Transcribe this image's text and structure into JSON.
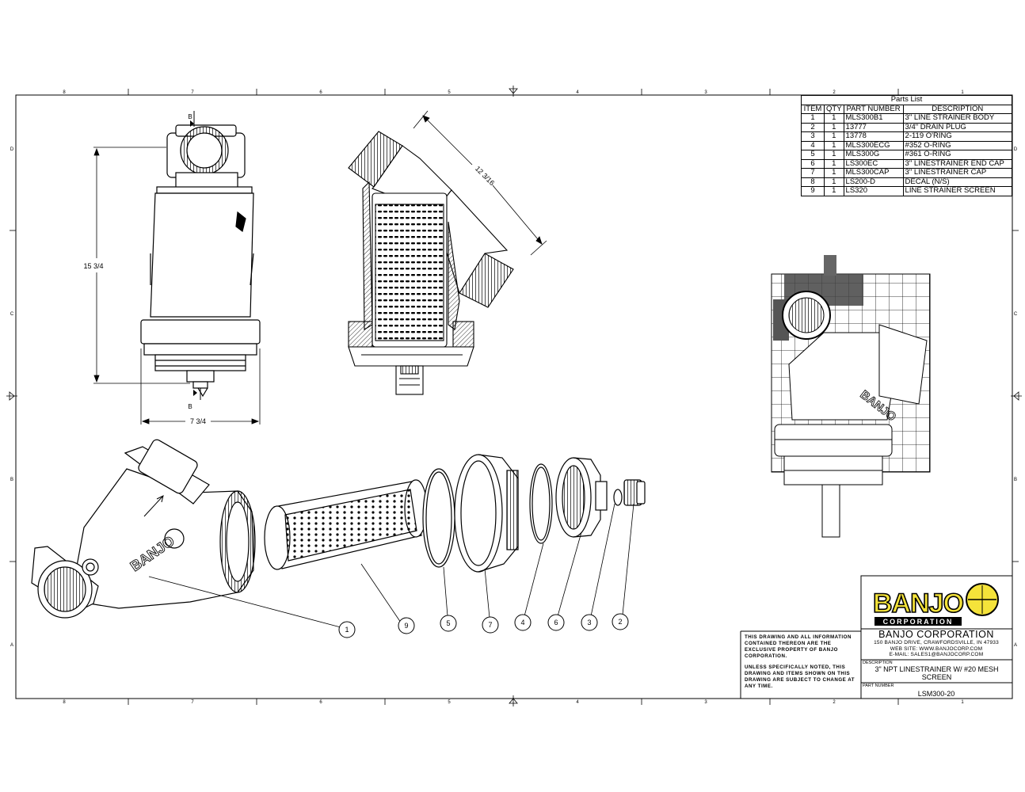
{
  "border_zones": {
    "columns": [
      "8",
      "7",
      "6",
      "5",
      "4",
      "3",
      "2",
      "1"
    ],
    "rows": [
      "D",
      "C",
      "B",
      "A"
    ]
  },
  "dimensions": {
    "height": "15 3/4",
    "width": "7 3/4",
    "diagonal": "12 3/16",
    "section_mark": "B"
  },
  "parts_list": {
    "title": "Parts List",
    "headers": [
      "ITEM",
      "QTY",
      "PART NUMBER",
      "DESCRIPTION"
    ],
    "rows": [
      [
        "1",
        "1",
        "MLS300B1",
        "3\" LINE STRAINER BODY"
      ],
      [
        "2",
        "1",
        "13777",
        "3/4\" DRAIN PLUG"
      ],
      [
        "3",
        "1",
        "13778",
        "2-119  O'RING"
      ],
      [
        "4",
        "1",
        "MLS300ECG",
        "#352  O-RING"
      ],
      [
        "5",
        "1",
        "MLS300G",
        "#361  O-RING"
      ],
      [
        "6",
        "1",
        "LS300EC",
        "3\" LINESTRAINER END CAP"
      ],
      [
        "7",
        "1",
        "MLS300CAP",
        "3\" LINESTRAINER CAP"
      ],
      [
        "8",
        "1",
        "LS200-D",
        "DECAL (N/S)"
      ],
      [
        "9",
        "1",
        "LS320",
        "LINE STRAINER SCREEN"
      ]
    ]
  },
  "balloons": [
    "1",
    "9",
    "5",
    "7",
    "4",
    "6",
    "3",
    "2"
  ],
  "embossing": "BANJO",
  "title_block": {
    "notice_1": "THIS DRAWING AND ALL INFORMATION CONTAINED THEREON ARE THE EXCLUSIVE PROPERTY OF BANJO CORPORATION.",
    "notice_2": "UNLESS SPECIFICALLY NOTED, THIS DRAWING AND ITEMS SHOWN ON THIS DRAWING ARE SUBJECT TO CHANGE AT ANY TIME.",
    "logo_main": "BANJO",
    "logo_sub": "CORPORATION",
    "company": "BANJO CORPORATION",
    "address": "150 BANJO DRIVE, CRAWFORDSVILLE, IN 47933",
    "website": "WEB SITE: WWW.BANJOCORP.COM",
    "email": "E-MAIL: SALES1@BANJOCORP.COM",
    "description_label": "DESCRIPTION",
    "description": "3\" NPT LINESTRAINER W/ #20 MESH SCREEN",
    "part_number_label": "PART NUMBER",
    "part_number": "LSM300-20"
  },
  "colors": {
    "ink": "#000000",
    "logo_yellow": "#f5e33a",
    "paper": "#ffffff"
  }
}
